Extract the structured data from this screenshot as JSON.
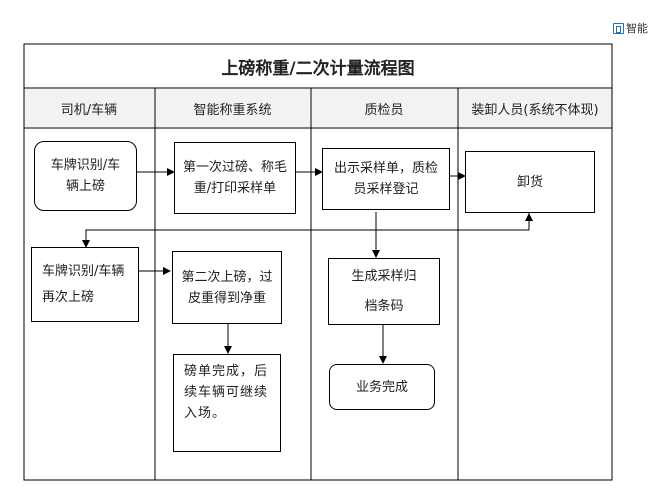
{
  "corner_label": "智能",
  "title": "上磅称重/二次计量流程图",
  "lanes": [
    "司机/车辆",
    "智能称重系统",
    "质检员",
    "装卸人员(系统不体现)"
  ],
  "nodes": {
    "driver_first_weigh": "车牌识别/车辆上磅",
    "system_first_weigh": "第一次过磅、称毛重/打印采样单",
    "inspector_sampling": "出示采样单，质检员采样登记",
    "loader_unload": "卸货",
    "driver_second_weigh": "车牌识别/车辆再次上磅",
    "system_second_weigh": "第二次上磅，过皮重得到净重",
    "inspector_archive": "生成采样归档条码",
    "system_complete": "磅单完成，后续车辆可继续入场。",
    "inspector_done": "业务完成"
  }
}
